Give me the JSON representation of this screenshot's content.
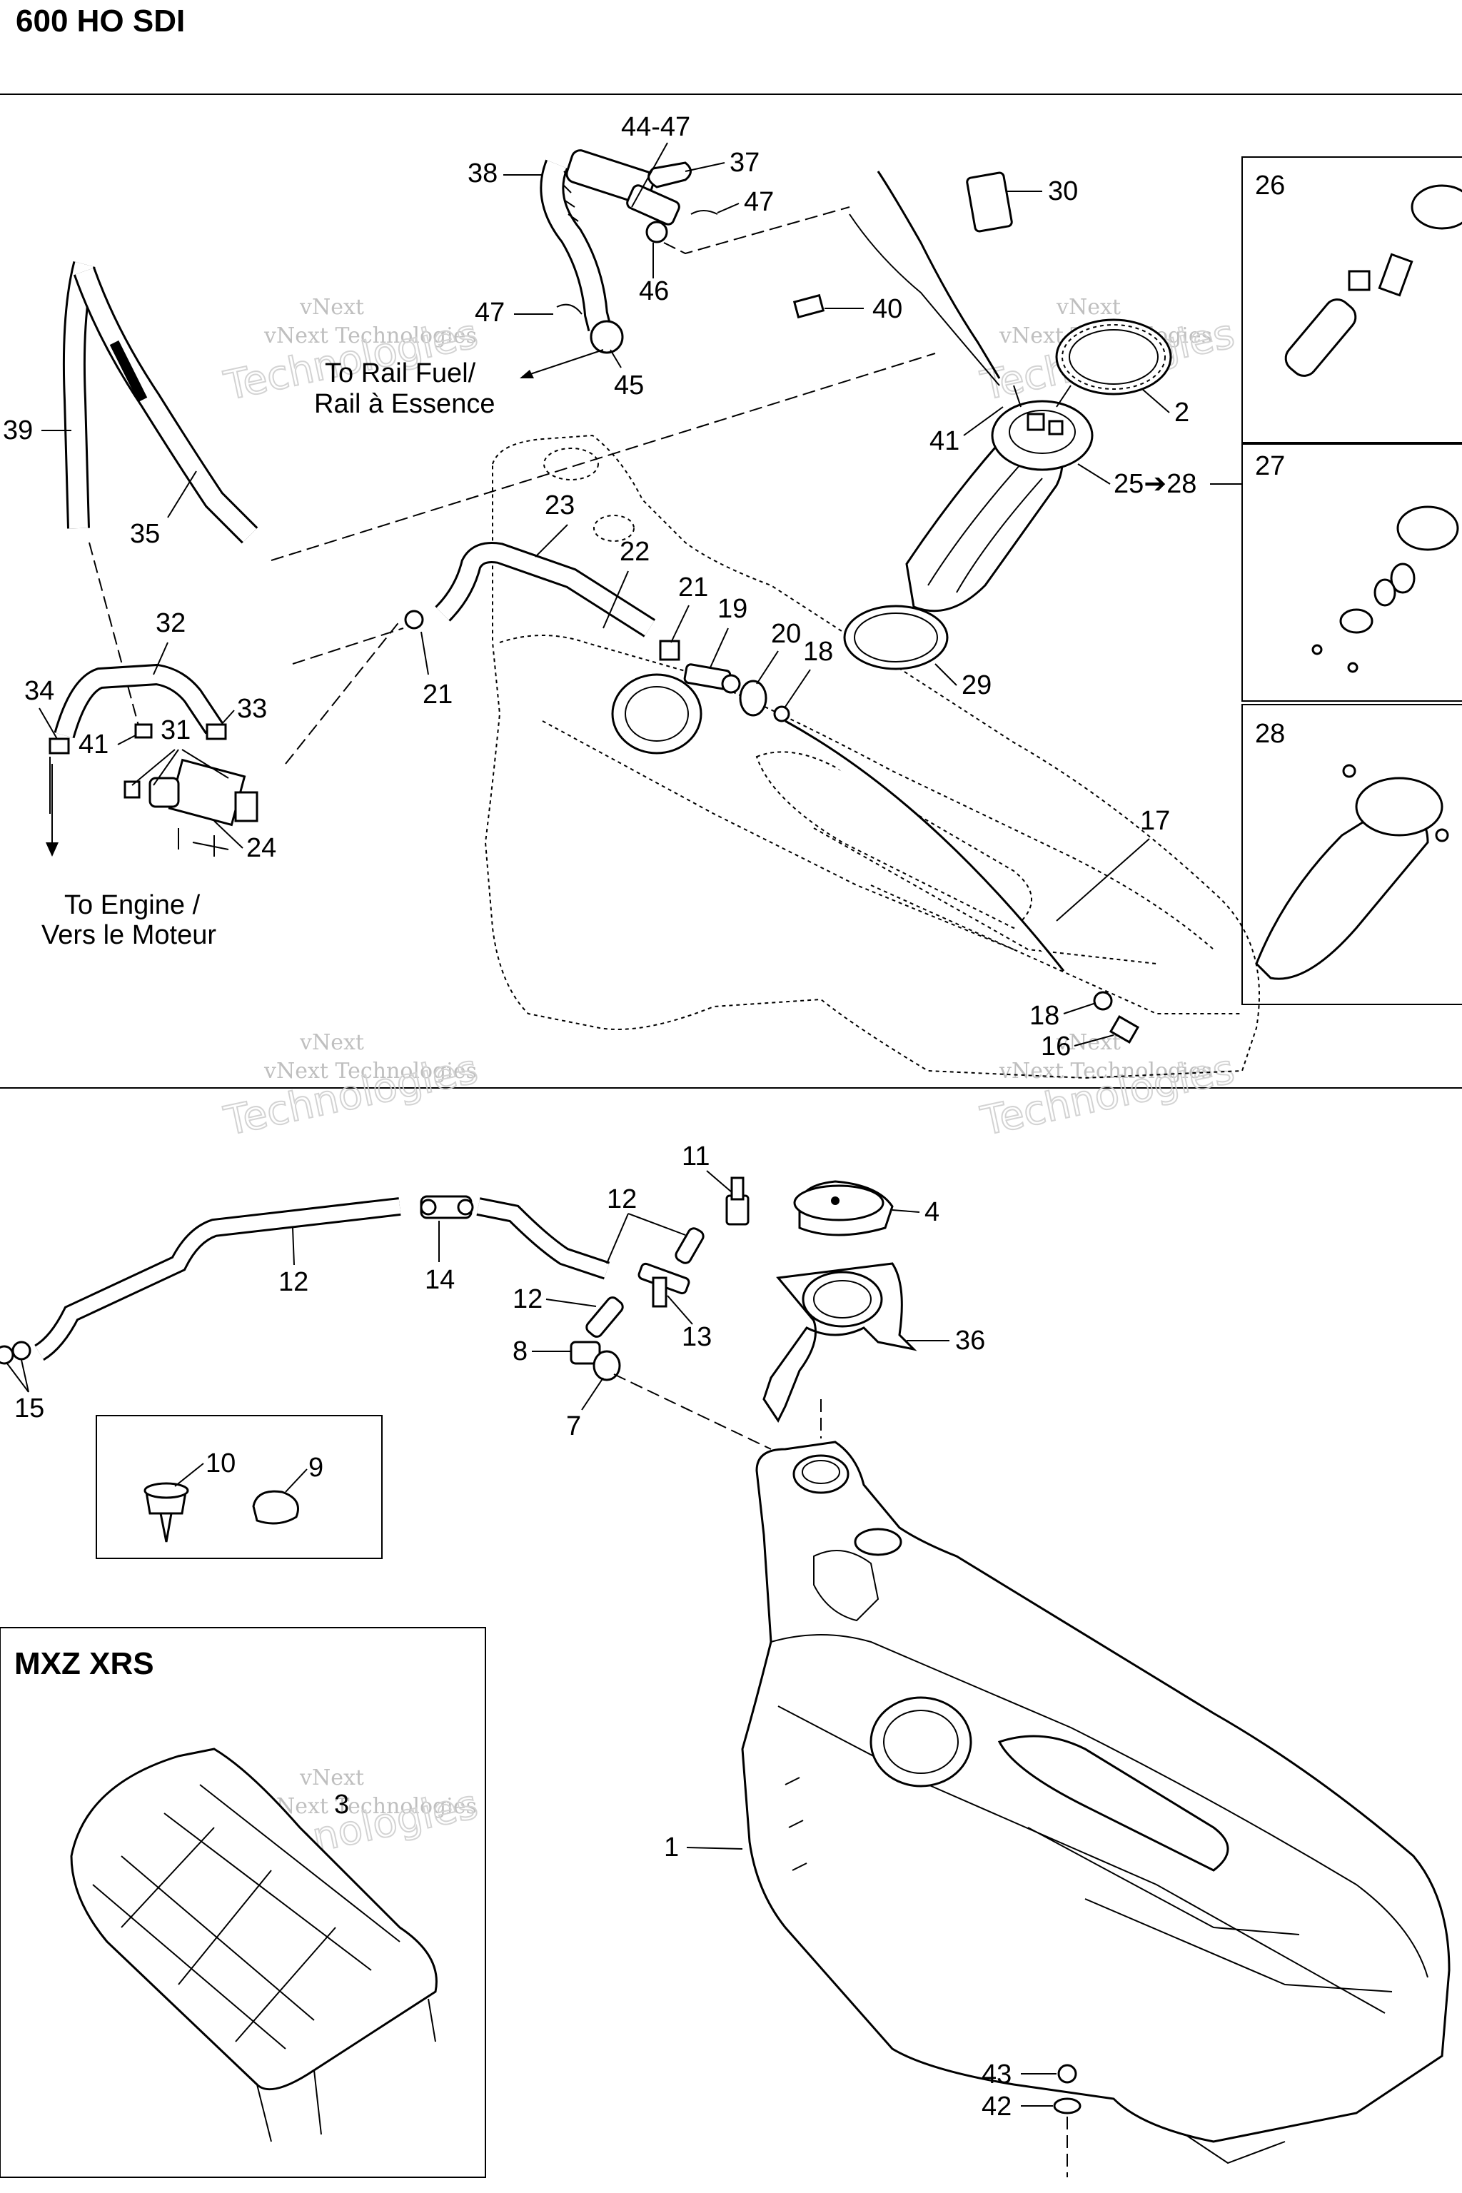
{
  "header": {
    "title": "600 HO SDI",
    "variant_box": "MXZ XRS"
  },
  "notes": {
    "rail_fuel_1": "To Rail Fuel/",
    "rail_fuel_2": "Rail à Essence",
    "engine_1": "To Engine /",
    "engine_2": "Vers le Moteur"
  },
  "watermark": {
    "line1": "vNext",
    "line2": "Technologies",
    "line3": "vNext Technologies"
  },
  "callouts": {
    "c44_47": "44-47",
    "c37": "37",
    "c38": "38",
    "c47a": "47",
    "c46": "46",
    "c47b": "47",
    "c40": "40",
    "c45": "45",
    "c30": "30",
    "c2": "2",
    "c41a": "41",
    "c25_28": "25➔28",
    "c39": "39",
    "c35": "35",
    "c23": "23",
    "c22": "22",
    "c21a": "21",
    "c19": "19",
    "c20": "20",
    "c18a": "18",
    "c29": "29",
    "c21b": "21",
    "c32": "32",
    "c34": "34",
    "c41b": "41",
    "c31": "31",
    "c33": "33",
    "c24": "24",
    "c17": "17",
    "c18b": "18",
    "c16": "16",
    "c26": "26",
    "c27": "27",
    "c28": "28",
    "c11": "11",
    "c12a": "12",
    "c12b": "12",
    "c12c": "12",
    "c14": "14",
    "c13": "13",
    "c4": "4",
    "c36": "36",
    "c8": "8",
    "c7": "7",
    "c15": "15",
    "c10": "10",
    "c9": "9",
    "c3": "3",
    "c1": "1",
    "c43": "43",
    "c42": "42"
  },
  "colors": {
    "ink": "#000000",
    "watermark": "#b8b8b8",
    "background": "#ffffff"
  }
}
